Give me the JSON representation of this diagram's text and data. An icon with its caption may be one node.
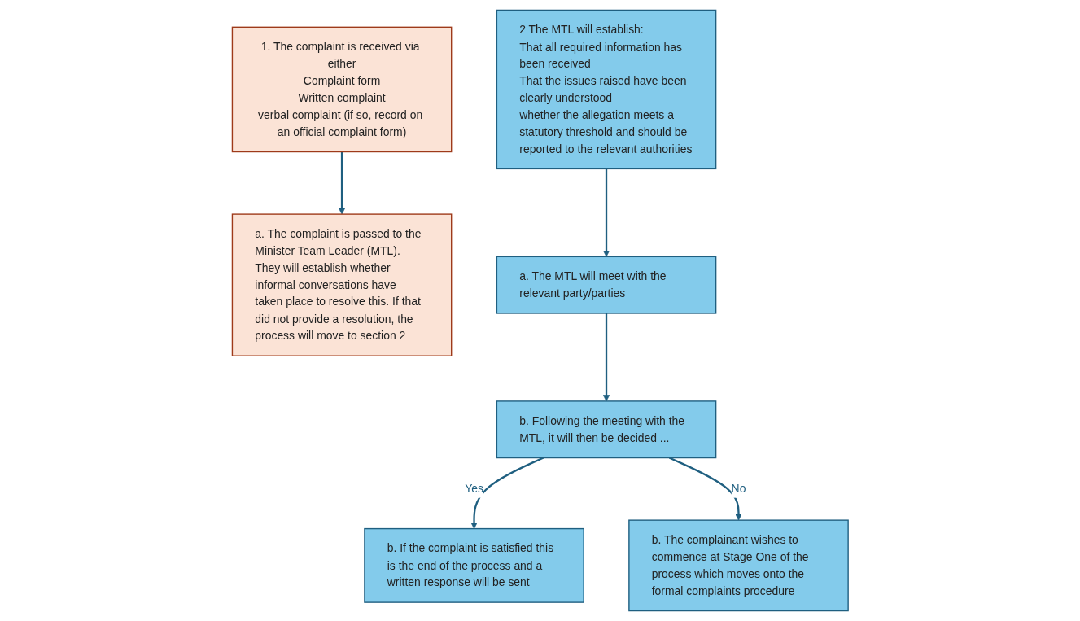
{
  "diagram": {
    "nodes": [
      {
        "text": [
          "1. The complaint is received via either",
          "Complaint form",
          "Written complaint",
          "verbal complaint (if so, record on an official complaint form)"
        ]
      },
      {
        "text": [
          "a. The complaint is passed to the Minister Team Leader (MTL). They will establish whether informal conversations have taken place to resolve this. If that did not provide a resolution, the process will move to section 2"
        ]
      },
      {
        "text": [
          "2 The MTL will establish:",
          "That all required information has been received",
          "That the issues raised have been clearly understood",
          "whether the allegation meets a statutory threshold and should be reported to the relevant authorities"
        ]
      },
      {
        "text": [
          "a. The MTL will meet with the relevant party/parties"
        ]
      },
      {
        "text": [
          "b. Following the meeting with the MTL, it will then be decided ..."
        ]
      },
      {
        "text": [
          "b. If the complaint is satisfied this is the end of the process and a written response will be sent"
        ]
      },
      {
        "text": [
          "b. The complainant wishes to commence at Stage One of the process which moves onto the formal complaints procedure"
        ]
      }
    ],
    "edges": [
      {
        "from": 0,
        "to": 1,
        "arrow": "to"
      },
      {
        "from": 2,
        "to": 3,
        "arrow": "to"
      },
      {
        "from": 3,
        "to": 4,
        "arrow": "to"
      },
      {
        "from": 4,
        "to": 5,
        "arrow": "to",
        "label": "Yes"
      },
      {
        "from": 4,
        "to": 6,
        "arrow": "to",
        "label": "No"
      }
    ]
  }
}
